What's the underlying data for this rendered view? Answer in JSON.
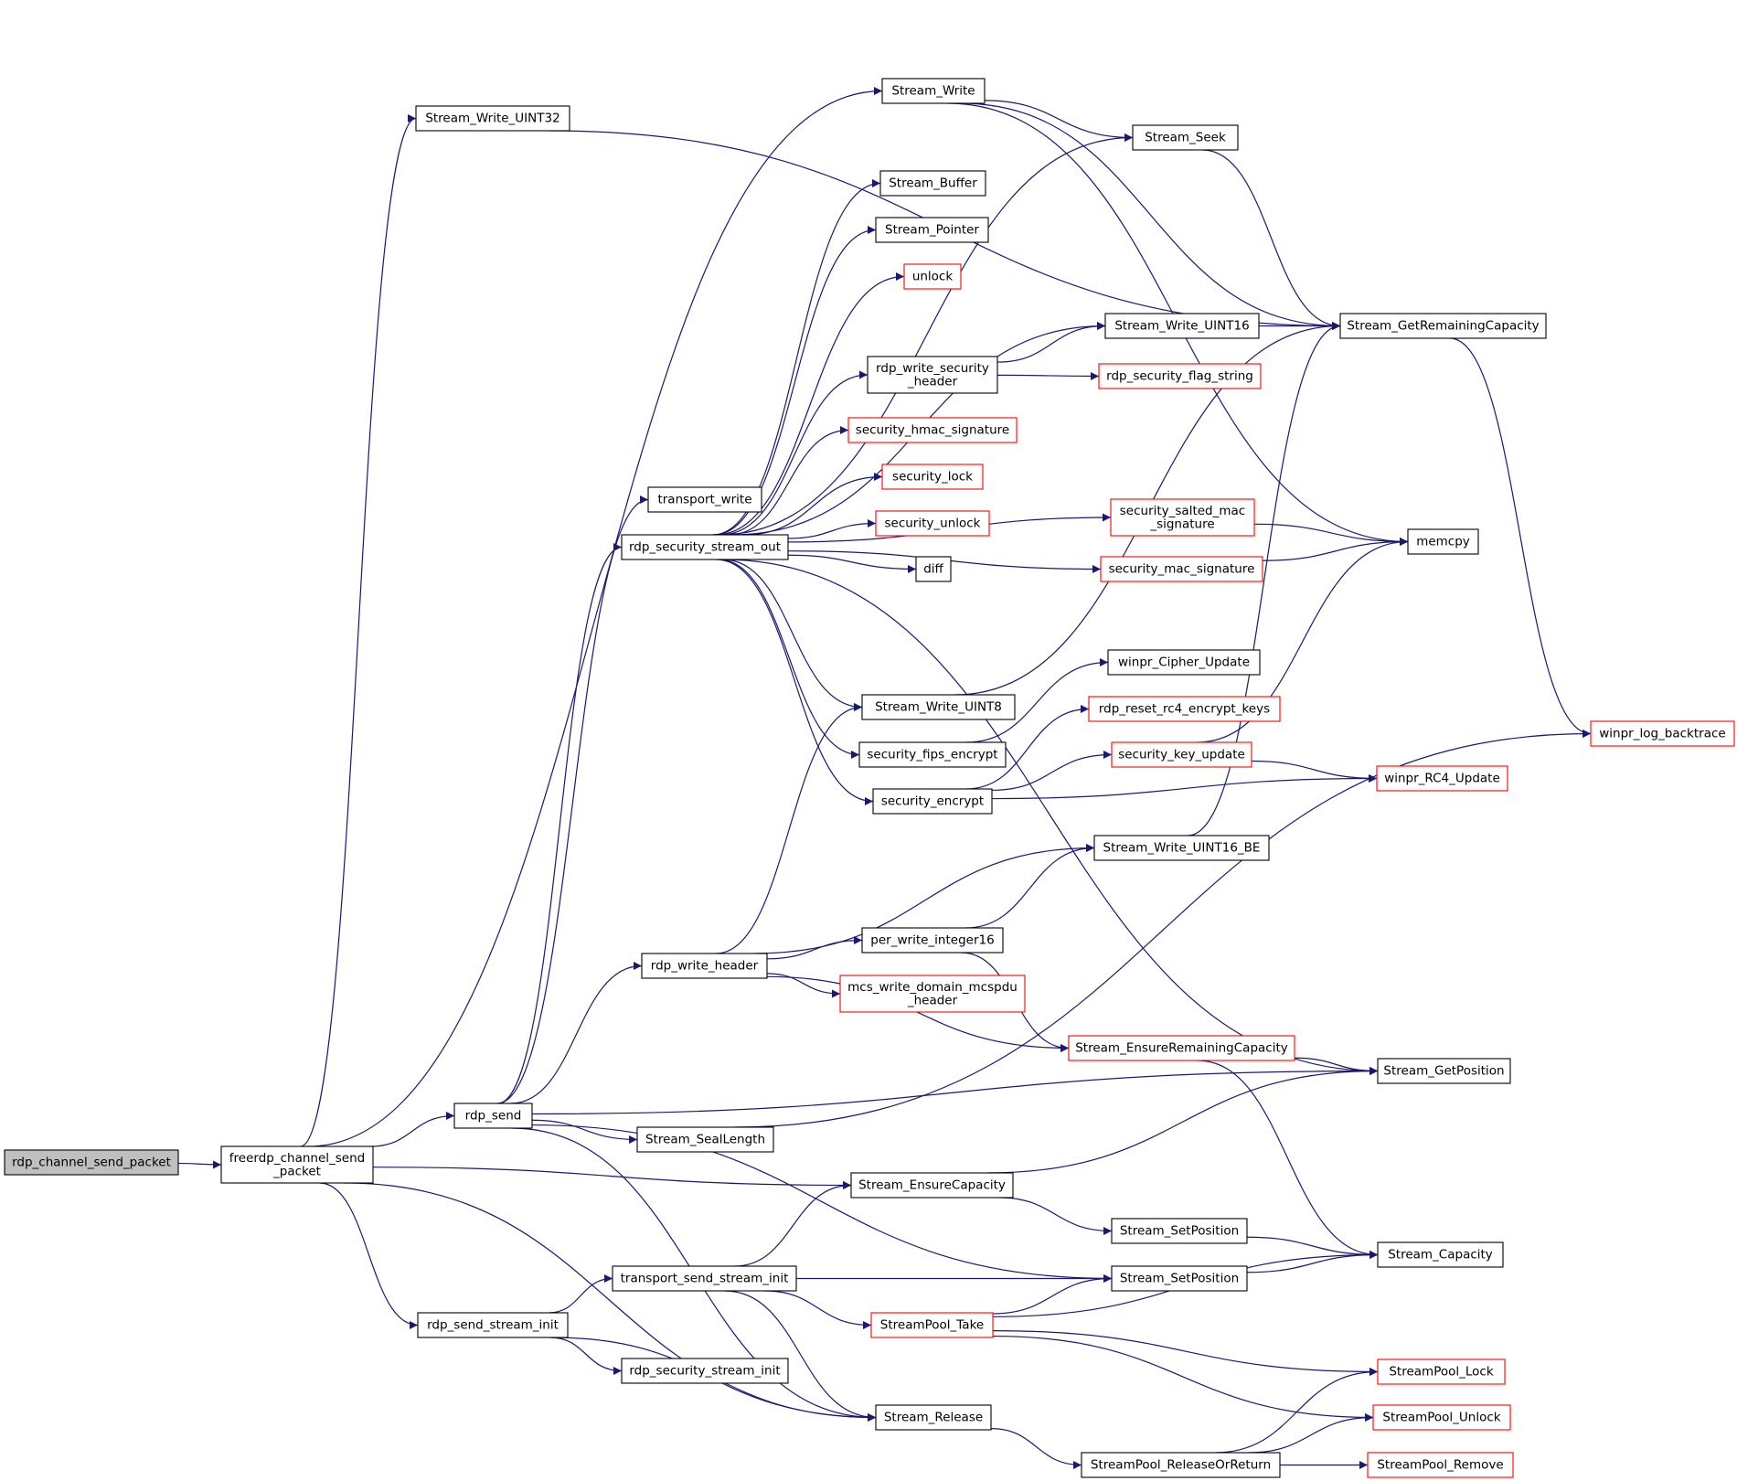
{
  "colors": {
    "edge": "#191970",
    "node_border": "#000000",
    "node_border_incomplete": "#ff0000",
    "root_fill": "#bfbfbf",
    "node_fill": "#ffffff",
    "text": "#000000"
  },
  "nodes": [
    {
      "id": "root",
      "label": "rdp_channel_send_packet",
      "kind": "root"
    },
    {
      "id": "fcsp",
      "label": "freerdp_channel_send\n_packet",
      "kind": "normal"
    },
    {
      "id": "sw32",
      "label": "Stream_Write_UINT32",
      "kind": "normal"
    },
    {
      "id": "sw",
      "label": "Stream_Write",
      "kind": "normal"
    },
    {
      "id": "sseek",
      "label": "Stream_Seek",
      "kind": "normal"
    },
    {
      "id": "sbuf",
      "label": "Stream_Buffer",
      "kind": "normal"
    },
    {
      "id": "sptr",
      "label": "Stream_Pointer",
      "kind": "normal"
    },
    {
      "id": "unlock",
      "label": "unlock",
      "kind": "incomplete"
    },
    {
      "id": "sw16",
      "label": "Stream_Write_UINT16",
      "kind": "normal"
    },
    {
      "id": "sgrc",
      "label": "Stream_GetRemainingCapacity",
      "kind": "normal"
    },
    {
      "id": "rwsh",
      "label": "rdp_write_security\n_header",
      "kind": "normal"
    },
    {
      "id": "rsfs",
      "label": "rdp_security_flag_string",
      "kind": "incomplete"
    },
    {
      "id": "shmac",
      "label": "security_hmac_signature",
      "kind": "incomplete"
    },
    {
      "id": "slock",
      "label": "security_lock",
      "kind": "incomplete"
    },
    {
      "id": "sunlock",
      "label": "security_unlock",
      "kind": "incomplete"
    },
    {
      "id": "tw",
      "label": "transport_write",
      "kind": "normal"
    },
    {
      "id": "rsso",
      "label": "rdp_security_stream_out",
      "kind": "normal"
    },
    {
      "id": "diff",
      "label": "diff",
      "kind": "normal"
    },
    {
      "id": "ssms",
      "label": "security_salted_mac\n_signature",
      "kind": "incomplete"
    },
    {
      "id": "memcpy",
      "label": "memcpy",
      "kind": "normal"
    },
    {
      "id": "sms",
      "label": "security_mac_signature",
      "kind": "incomplete"
    },
    {
      "id": "wcu",
      "label": "winpr_Cipher_Update",
      "kind": "normal"
    },
    {
      "id": "sw8",
      "label": "Stream_Write_UINT8",
      "kind": "normal"
    },
    {
      "id": "rrek",
      "label": "rdp_reset_rc4_encrypt_keys",
      "kind": "incomplete"
    },
    {
      "id": "sfe",
      "label": "security_fips_encrypt",
      "kind": "normal"
    },
    {
      "id": "sku",
      "label": "security_key_update",
      "kind": "incomplete"
    },
    {
      "id": "wlb",
      "label": "winpr_log_backtrace",
      "kind": "incomplete"
    },
    {
      "id": "se",
      "label": "security_encrypt",
      "kind": "normal"
    },
    {
      "id": "wrc4",
      "label": "winpr_RC4_Update",
      "kind": "incomplete"
    },
    {
      "id": "sw16be",
      "label": "Stream_Write_UINT16_BE",
      "kind": "normal"
    },
    {
      "id": "pwi16",
      "label": "per_write_integer16",
      "kind": "normal"
    },
    {
      "id": "rwh",
      "label": "rdp_write_header",
      "kind": "normal"
    },
    {
      "id": "mwdmh",
      "label": "mcs_write_domain_mcspdu\n_header",
      "kind": "incomplete"
    },
    {
      "id": "serc",
      "label": "Stream_EnsureRemainingCapacity",
      "kind": "incomplete"
    },
    {
      "id": "sgp",
      "label": "Stream_GetPosition",
      "kind": "normal"
    },
    {
      "id": "rsend",
      "label": "rdp_send",
      "kind": "normal"
    },
    {
      "id": "ssl",
      "label": "Stream_SealLength",
      "kind": "normal"
    },
    {
      "id": "sec",
      "label": "Stream_EnsureCapacity",
      "kind": "normal"
    },
    {
      "id": "ssp1",
      "label": "Stream_SetPosition",
      "kind": "normal"
    },
    {
      "id": "scap",
      "label": "Stream_Capacity",
      "kind": "normal"
    },
    {
      "id": "tssi",
      "label": "transport_send_stream_init",
      "kind": "normal"
    },
    {
      "id": "ssp2",
      "label": "Stream_SetPosition",
      "kind": "normal"
    },
    {
      "id": "rssi",
      "label": "rdp_send_stream_init",
      "kind": "normal"
    },
    {
      "id": "spt",
      "label": "StreamPool_Take",
      "kind": "incomplete"
    },
    {
      "id": "splock",
      "label": "StreamPool_Lock",
      "kind": "incomplete"
    },
    {
      "id": "rsecsi",
      "label": "rdp_security_stream_init",
      "kind": "normal"
    },
    {
      "id": "srel",
      "label": "Stream_Release",
      "kind": "normal"
    },
    {
      "id": "spunlock",
      "label": "StreamPool_Unlock",
      "kind": "incomplete"
    },
    {
      "id": "sprr",
      "label": "StreamPool_ReleaseOrReturn",
      "kind": "normal"
    },
    {
      "id": "sprem",
      "label": "StreamPool_Remove",
      "kind": "incomplete"
    }
  ],
  "edges": [
    [
      "root",
      "fcsp"
    ],
    [
      "fcsp",
      "sw32"
    ],
    [
      "fcsp",
      "sw"
    ],
    [
      "fcsp",
      "rsend"
    ],
    [
      "fcsp",
      "sec"
    ],
    [
      "fcsp",
      "rssi"
    ],
    [
      "fcsp",
      "srel"
    ],
    [
      "sw32",
      "sgrc"
    ],
    [
      "sw",
      "sseek"
    ],
    [
      "sw",
      "sgrc"
    ],
    [
      "sw",
      "memcpy"
    ],
    [
      "sseek",
      "sgrc"
    ],
    [
      "sw16",
      "sgrc"
    ],
    [
      "sgrc",
      "wlb"
    ],
    [
      "rwsh",
      "sw16"
    ],
    [
      "rwsh",
      "rsfs"
    ],
    [
      "rsso",
      "sseek"
    ],
    [
      "rsso",
      "sbuf"
    ],
    [
      "rsso",
      "sptr"
    ],
    [
      "rsso",
      "unlock"
    ],
    [
      "rsso",
      "sw16"
    ],
    [
      "rsso",
      "rwsh"
    ],
    [
      "rsso",
      "shmac"
    ],
    [
      "rsso",
      "slock"
    ],
    [
      "rsso",
      "sunlock"
    ],
    [
      "rsso",
      "diff"
    ],
    [
      "rsso",
      "ssms"
    ],
    [
      "rsso",
      "sms"
    ],
    [
      "rsso",
      "sw8"
    ],
    [
      "rsso",
      "sfe"
    ],
    [
      "rsso",
      "se"
    ],
    [
      "rsso",
      "sgp"
    ],
    [
      "ssms",
      "memcpy"
    ],
    [
      "sms",
      "memcpy"
    ],
    [
      "sw8",
      "sgrc"
    ],
    [
      "sfe",
      "wcu"
    ],
    [
      "se",
      "rrek"
    ],
    [
      "se",
      "sku"
    ],
    [
      "se",
      "wrc4"
    ],
    [
      "sku",
      "memcpy"
    ],
    [
      "sku",
      "wrc4"
    ],
    [
      "sw16be",
      "sgrc"
    ],
    [
      "pwi16",
      "sw16be"
    ],
    [
      "pwi16",
      "serc"
    ],
    [
      "rwh",
      "sw8"
    ],
    [
      "rwh",
      "sw16be"
    ],
    [
      "rwh",
      "pwi16"
    ],
    [
      "rwh",
      "mwdmh"
    ],
    [
      "rwh",
      "serc"
    ],
    [
      "serc",
      "sgp"
    ],
    [
      "serc",
      "scap"
    ],
    [
      "rsend",
      "tw"
    ],
    [
      "rsend",
      "rsso"
    ],
    [
      "rsend",
      "rwh"
    ],
    [
      "rsend",
      "sgp"
    ],
    [
      "rsend",
      "ssl"
    ],
    [
      "rsend",
      "ssp2"
    ],
    [
      "rsend",
      "srel"
    ],
    [
      "ssl",
      "wlb"
    ],
    [
      "sec",
      "sgp"
    ],
    [
      "sec",
      "ssp1"
    ],
    [
      "ssp1",
      "scap"
    ],
    [
      "ssp2",
      "scap"
    ],
    [
      "tssi",
      "sec"
    ],
    [
      "tssi",
      "ssp2"
    ],
    [
      "tssi",
      "spt"
    ],
    [
      "tssi",
      "srel"
    ],
    [
      "rssi",
      "tssi"
    ],
    [
      "rssi",
      "rsecsi"
    ],
    [
      "rssi",
      "srel"
    ],
    [
      "spt",
      "ssp2"
    ],
    [
      "spt",
      "scap"
    ],
    [
      "spt",
      "splock"
    ],
    [
      "spt",
      "spunlock"
    ],
    [
      "srel",
      "sprr"
    ],
    [
      "sprr",
      "splock"
    ],
    [
      "sprr",
      "spunlock"
    ],
    [
      "sprr",
      "sprem"
    ]
  ]
}
